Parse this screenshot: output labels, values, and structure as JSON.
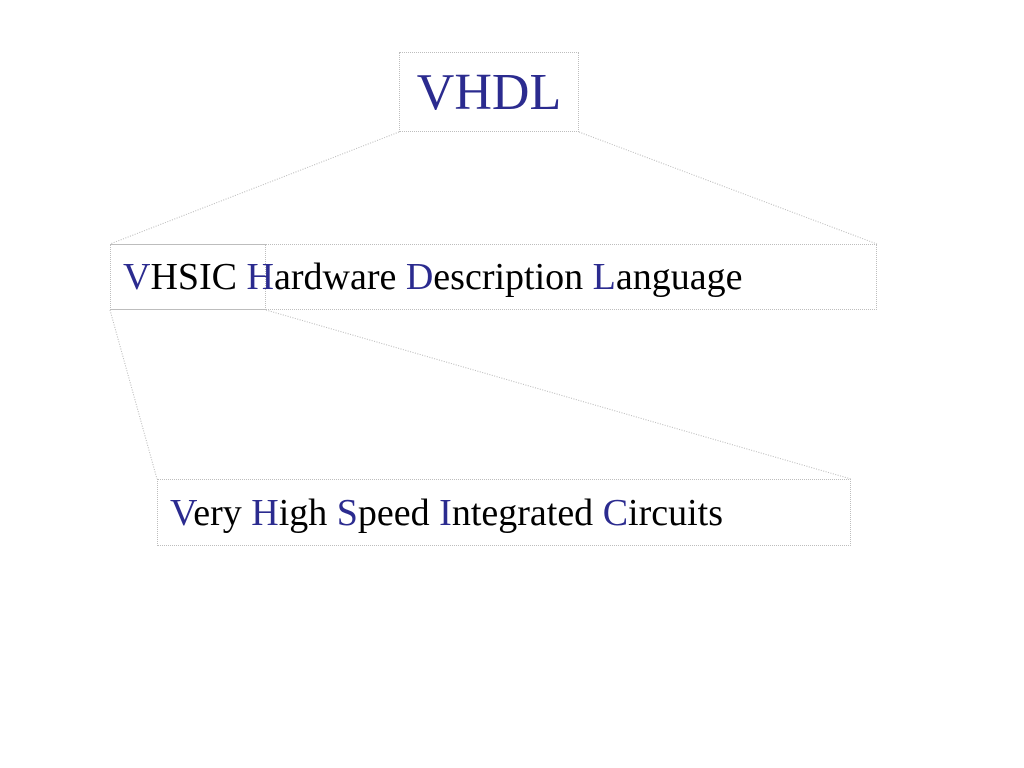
{
  "colors": {
    "accent": "#2b2b8f",
    "text": "#000000",
    "connector": "#b9b9b9"
  },
  "top_box": {
    "text": "VHDL"
  },
  "middle_box": {
    "words": [
      {
        "initial": "V",
        "rest": "HSIC"
      },
      {
        "initial": "H",
        "rest": "ardware"
      },
      {
        "initial": "D",
        "rest": "escription"
      },
      {
        "initial": "L",
        "rest": "anguage"
      }
    ]
  },
  "bottom_box": {
    "words": [
      {
        "initial": "V",
        "rest": "ery"
      },
      {
        "initial": "H",
        "rest": "igh"
      },
      {
        "initial": "S",
        "rest": "peed"
      },
      {
        "initial": "I",
        "rest": "ntegrated"
      },
      {
        "initial": "C",
        "rest": "ircuits"
      }
    ]
  }
}
